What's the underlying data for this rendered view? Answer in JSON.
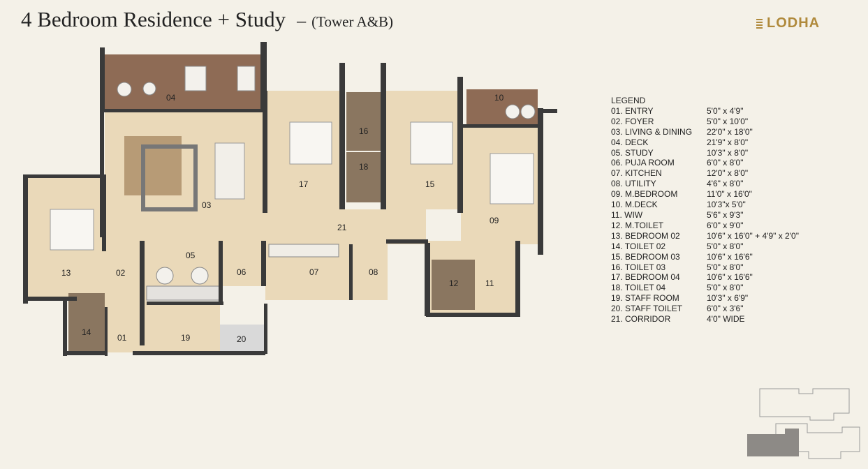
{
  "title": {
    "main": "4 Bedroom Residence + Study",
    "dash": "–",
    "sub": "(Tower A&B)"
  },
  "brand": {
    "logo_text": "LODHA",
    "color": "#b08a3c"
  },
  "legend": {
    "heading": "LEGEND",
    "items": [
      {
        "name": "01.  ENTRY",
        "size": "5'0\" x 4'9\""
      },
      {
        "name": "02.  FOYER",
        "size": "5'0\" x 10'0\""
      },
      {
        "name": "03.  LIVING & DINING",
        "size": "22'0\" x 18'0\""
      },
      {
        "name": "04.  DECK",
        "size": "21'9\" x 8'0\""
      },
      {
        "name": "05.  STUDY",
        "size": "10'3\" x 8'0\""
      },
      {
        "name": "06.  PUJA ROOM",
        "size": " 6'0\" x 8'0\""
      },
      {
        "name": "07.  KITCHEN",
        "size": "12'0\" x 8'0\""
      },
      {
        "name": "08.  UTILITY",
        "size": "4'6\" x 8'0\""
      },
      {
        "name": "09.  M.BEDROOM",
        "size": "11'0\" x 16'0\""
      },
      {
        "name": "10.  M.DECK",
        "size": "10'3\"x 5'0\""
      },
      {
        "name": "11.  WIW",
        "size": "5'6\" x 9'3\""
      },
      {
        "name": "12.  M.TOILET",
        "size": "6'0\" x 9'0\""
      },
      {
        "name": "13.  BEDROOM 02",
        "size": "10'6\" x 16'0\" + 4'9\" x 2'0\""
      },
      {
        "name": "14.  TOILET 02",
        "size": "5'0\" x 8'0\""
      },
      {
        "name": "15.  BEDROOM 03",
        "size": "10'6\" x 16'6\""
      },
      {
        "name": "16.  TOILET 03",
        "size": "5'0\" x 8'0\""
      },
      {
        "name": "17.   BEDROOM 04",
        "size": "10'6\" x 16'6\""
      },
      {
        "name": "18.  TOILET 04",
        "size": "5'0\" x 8'0\""
      },
      {
        "name": "19.  STAFF ROOM",
        "size": "10'3\" x 6'9\""
      },
      {
        "name": "20.  STAFF TOILET",
        "size": "6'0\" x 3'6\""
      },
      {
        "name": "21.  CORRIDOR",
        "size": "4'0\" WIDE"
      }
    ]
  },
  "plan_labels": {
    "r01": "01",
    "r02": "02",
    "r03": "03",
    "r04": "04",
    "r05": "05",
    "r06": "06",
    "r07": "07",
    "r08": "08",
    "r09": "09",
    "r10": "10",
    "r11": "11",
    "r12": "12",
    "r13": "13",
    "r14": "14",
    "r15": "15",
    "r16": "16",
    "r17": "17",
    "r18": "18",
    "r19": "19",
    "r20": "20",
    "r21": "21"
  },
  "colors": {
    "floor": "#ead9b9",
    "deck": "#8e6b55",
    "wall": "#3a3a3a",
    "toilet": "#8a7660",
    "highlight": "#8d8a86"
  }
}
